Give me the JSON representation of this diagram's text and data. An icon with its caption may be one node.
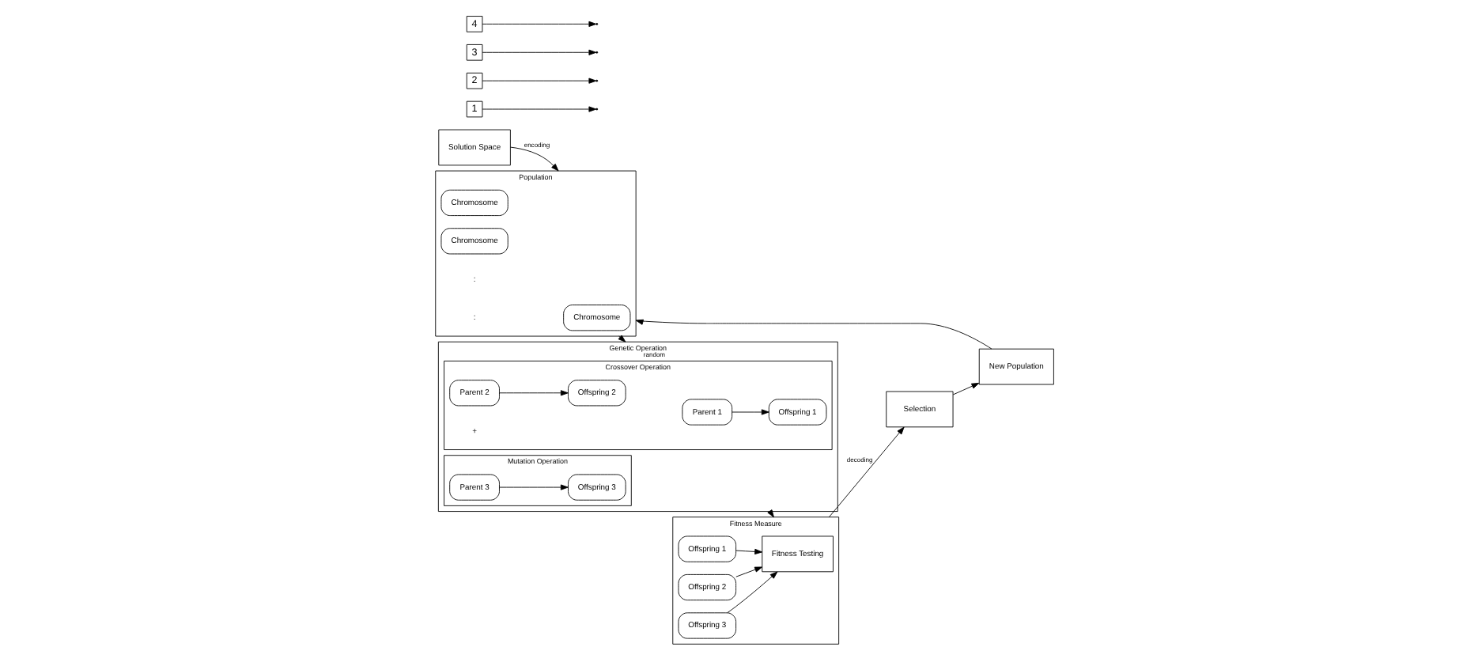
{
  "diagram": {
    "nodes": [
      {
        "text": [
          "Solution Space"
        ]
      },
      {
        "text": [
          "Population"
        ]
      },
      {
        "text": [
          "Chromosome"
        ],
        "in": 1
      },
      {
        "text": [
          "Chromosome"
        ],
        "in": 1
      },
      {
        "text": [
          "Chromosome"
        ],
        "in": 1
      },
      {
        "text": [
          "Genetic Operation"
        ]
      },
      {
        "text": [
          "Crossover Operation"
        ],
        "in": 5
      },
      {
        "text": [
          "Parent 1"
        ],
        "in": 6
      },
      {
        "text": [
          "Parent 2"
        ],
        "in": 6
      },
      {
        "text": [
          "Offspring 1"
        ],
        "in": 6
      },
      {
        "text": [
          "Offspring 2"
        ],
        "in": 6
      },
      {
        "text": [
          "New Population"
        ]
      },
      {
        "text": [
          "Fitness Measure"
        ]
      },
      {
        "text": [
          "Fitness Testing"
        ],
        "in": 12
      },
      {
        "text": [
          "Offspring 1"
        ],
        "in": 12
      },
      {
        "text": [
          "Offspring 2"
        ],
        "in": 12
      },
      {
        "text": [
          "Offspring 3"
        ],
        "in": 12
      },
      {
        "text": [
          "Mutation Operation"
        ],
        "in": 5
      },
      {
        "text": [
          "Parent 3"
        ],
        "in": 17
      },
      {
        "text": [
          "Offspring 3"
        ],
        "in": 17
      },
      {
        "text": [
          "Selection"
        ]
      },
      {
        "text": [
          "1"
        ]
      },
      {
        "text": [
          "2"
        ]
      },
      {
        "text": [
          "3"
        ]
      },
      {
        "text": [
          "4"
        ]
      }
    ],
    "edges": [
      {
        "from": 0,
        "to": 1,
        "arrow": "to",
        "label": "encoding"
      },
      {
        "from": 11,
        "to": 1,
        "arrow": "to"
      },
      {
        "from": 1,
        "to": 5,
        "arrow": "to",
        "label": "random"
      },
      {
        "from": 7,
        "to": 9,
        "arrow": "to"
      },
      {
        "from": 8,
        "to": 10,
        "arrow": "to"
      },
      {
        "from": 5,
        "to": 12,
        "arrow": "to"
      },
      {
        "from": 14,
        "to": 13,
        "arrow": "to"
      },
      {
        "from": 15,
        "to": 13,
        "arrow": "to"
      },
      {
        "from": 16,
        "to": 13,
        "arrow": "to"
      },
      {
        "from": 18,
        "to": 19,
        "arrow": "to"
      },
      {
        "from": 12,
        "to": 20,
        "arrow": "to",
        "label": "decoding"
      },
      {
        "from": 20,
        "to": 11,
        "arrow": "to"
      },
      {
        "from": 21,
        "to": null,
        "arrow": "to"
      },
      {
        "from": 22,
        "to": null,
        "arrow": "to"
      },
      {
        "from": 23,
        "to": null,
        "arrow": "to"
      },
      {
        "from": 24,
        "to": null,
        "arrow": "to"
      }
    ],
    "labels": [
      ":",
      ":",
      "+"
    ]
  }
}
